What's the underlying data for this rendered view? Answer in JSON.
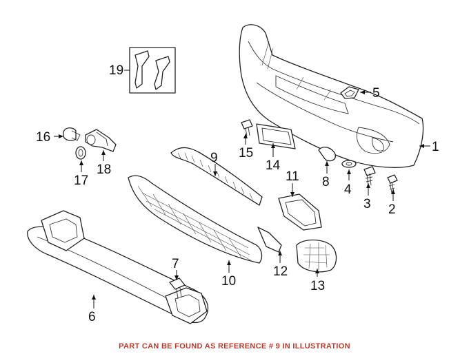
{
  "diagram": {
    "callouts": [
      "1",
      "2",
      "3",
      "4",
      "5",
      "6",
      "7",
      "8",
      "9",
      "10",
      "11",
      "12",
      "13",
      "14",
      "15",
      "16",
      "17",
      "18",
      "19"
    ]
  },
  "footer": {
    "note": "PART CAN BE FOUND AS REFERENCE # 9 IN ILLUSTRATION",
    "note_color": "#c0392b"
  }
}
